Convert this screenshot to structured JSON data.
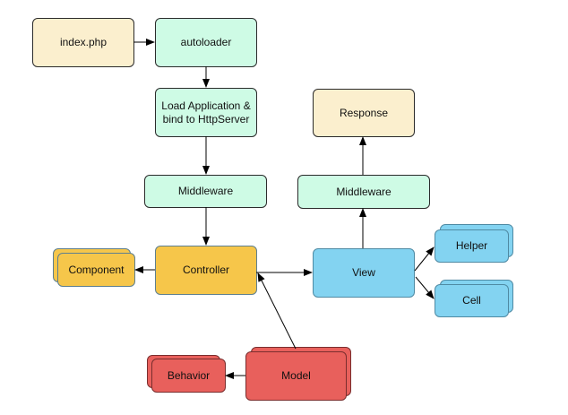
{
  "title": "Request lifecycle diagram",
  "colors": {
    "entry": "#fbefce",
    "middleware": "#cefbe5",
    "controller": "#f6c64a",
    "view": "#83d3f1",
    "model": "#e8605c",
    "arrow": "#000000"
  },
  "nodes": {
    "index": "index.php",
    "autoloader": "autoloader",
    "load_app": "Load Application & bind to HttpServer",
    "middleware_in": "Middleware",
    "controller": "Controller",
    "component": "Component",
    "model": "Model",
    "behavior": "Behavior",
    "view": "View",
    "helper": "Helper",
    "cell": "Cell",
    "middleware_out": "Middleware",
    "response": "Response"
  },
  "edges": [
    {
      "from": "index",
      "to": "autoloader"
    },
    {
      "from": "autoloader",
      "to": "load_app"
    },
    {
      "from": "load_app",
      "to": "middleware_in"
    },
    {
      "from": "middleware_in",
      "to": "controller"
    },
    {
      "from": "controller",
      "to": "component"
    },
    {
      "from": "controller",
      "to": "view"
    },
    {
      "from": "model",
      "to": "controller"
    },
    {
      "from": "model",
      "to": "behavior"
    },
    {
      "from": "view",
      "to": "helper"
    },
    {
      "from": "view",
      "to": "cell"
    },
    {
      "from": "view",
      "to": "middleware_out"
    },
    {
      "from": "middleware_out",
      "to": "response"
    }
  ]
}
